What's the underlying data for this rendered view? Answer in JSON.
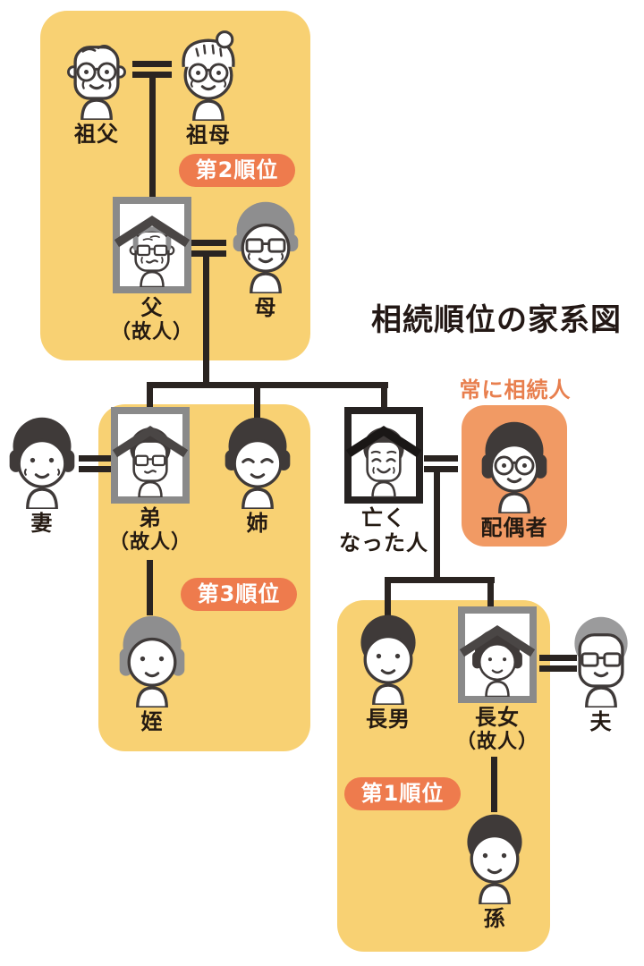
{
  "title": "相続順位の家系図",
  "always_heir_label": "常に相続人",
  "panels": [
    {
      "badge": "第2順位",
      "members": [
        "sofu",
        "sobo",
        "chichi",
        "haha"
      ]
    },
    {
      "badge": "第3順位",
      "members": [
        "otouto",
        "ane",
        "mei"
      ]
    },
    {
      "badge": "第1順位",
      "members": [
        "chounan",
        "choujo",
        "mago"
      ]
    }
  ],
  "persons": [
    {
      "id": "sofu",
      "label": "祖父",
      "icon": "grandfather-icon",
      "deceased": false
    },
    {
      "id": "sobo",
      "label": "祖母",
      "icon": "grandmother-icon",
      "deceased": false
    },
    {
      "id": "chichi",
      "label": "父",
      "sublabel": "（故人）",
      "icon": "father-icon",
      "deceased": true,
      "frame": "gray"
    },
    {
      "id": "haha",
      "label": "母",
      "icon": "mother-icon",
      "deceased": false
    },
    {
      "id": "tsuma",
      "label": "妻",
      "icon": "wife-icon",
      "deceased": false
    },
    {
      "id": "otouto",
      "label": "弟",
      "sublabel": "（故人）",
      "icon": "younger-brother-icon",
      "deceased": true,
      "frame": "gray"
    },
    {
      "id": "ane",
      "label": "姉",
      "icon": "elder-sister-icon",
      "deceased": false
    },
    {
      "id": "nakunatta",
      "label": "亡く\nなった人",
      "icon": "deceased-person-icon",
      "deceased": true,
      "frame": "black"
    },
    {
      "id": "haigusha",
      "label": "配偶者",
      "icon": "spouse-icon",
      "deceased": false
    },
    {
      "id": "mei",
      "label": "姪",
      "icon": "niece-icon",
      "deceased": false
    },
    {
      "id": "chounan",
      "label": "長男",
      "icon": "eldest-son-icon",
      "deceased": false
    },
    {
      "id": "choujo",
      "label": "長女",
      "sublabel": "（故人）",
      "icon": "eldest-daughter-icon",
      "deceased": true,
      "frame": "gray"
    },
    {
      "id": "otto",
      "label": "夫",
      "icon": "husband-icon",
      "deceased": false
    },
    {
      "id": "mago",
      "label": "孫",
      "icon": "grandchild-icon",
      "deceased": false
    }
  ],
  "marriages": [
    [
      "sofu",
      "sobo"
    ],
    [
      "chichi",
      "haha"
    ],
    [
      "tsuma",
      "otouto"
    ],
    [
      "nakunatta",
      "haigusha"
    ],
    [
      "choujo",
      "otto"
    ]
  ],
  "parent_child": [
    [
      "sofu+sobo",
      "chichi"
    ],
    [
      "chichi+haha",
      "otouto,ane,nakunatta"
    ],
    [
      "otouto",
      "mei"
    ],
    [
      "nakunatta+haigusha",
      "chounan,choujo"
    ],
    [
      "choujo",
      "mago"
    ]
  ],
  "colors": {
    "panel_yellow": "#F8D173",
    "badge_orange": "#EE7B4D",
    "spouse_box_orange": "#F19A64",
    "always_heir_text": "#E87F4E",
    "line_dark": "#2A2421",
    "text_dark": "#241A12",
    "hair_dark": "#3F3A39",
    "hair_gray": "#8E8E8F",
    "frame_gray": "#8A8A8A",
    "frame_black": "#262221"
  }
}
